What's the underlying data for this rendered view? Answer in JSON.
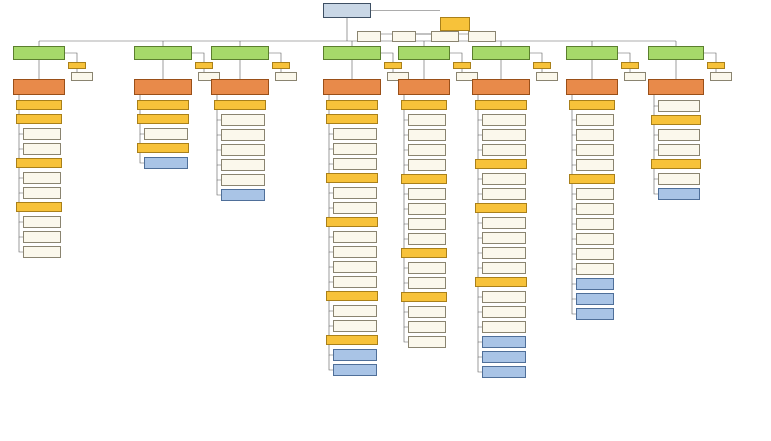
{
  "diagram": {
    "title": "",
    "colors": {
      "root": "#c9d7e6",
      "division": "#a6d96a",
      "department": "#e88a4a",
      "tag": "#f7c23a",
      "unit": "#fbf8ec",
      "service": "#a9c4e6",
      "connector": "#5a5a5a"
    },
    "root": {
      "id": "root",
      "label": "",
      "kind": "root"
    },
    "top": [
      {
        "id": "top-1",
        "label": "",
        "kind": "tag"
      },
      {
        "id": "top-2",
        "label": "",
        "kind": "leaf"
      },
      {
        "id": "top-3",
        "label": "",
        "kind": "leaf"
      },
      {
        "id": "top-4",
        "label": "",
        "kind": "leaf"
      },
      {
        "id": "top-5",
        "label": "",
        "kind": "leaf"
      }
    ],
    "columns": [
      {
        "id": "c1",
        "division": "",
        "tag": "",
        "tag_child": "",
        "dept": "",
        "items": [
          {
            "label": "",
            "kind": "tag"
          },
          {
            "label": "",
            "kind": "tag"
          },
          {
            "label": "",
            "kind": "leaf"
          },
          {
            "label": "",
            "kind": "leaf"
          },
          {
            "label": "",
            "kind": "tag"
          },
          {
            "label": "",
            "kind": "leaf"
          },
          {
            "label": "",
            "kind": "leaf"
          },
          {
            "label": "",
            "kind": "tag"
          },
          {
            "label": "",
            "kind": "leaf"
          },
          {
            "label": "",
            "kind": "leaf"
          },
          {
            "label": "",
            "kind": "leaf"
          }
        ]
      },
      {
        "id": "c2",
        "division": "",
        "tag": "",
        "tag_child": "",
        "dept": "",
        "items": [
          {
            "label": "",
            "kind": "tag"
          },
          {
            "label": "",
            "kind": "tag"
          },
          {
            "label": "",
            "kind": "leaf"
          },
          {
            "label": "",
            "kind": "tag"
          },
          {
            "label": "",
            "kind": "blue"
          }
        ]
      },
      {
        "id": "c3",
        "division": "",
        "tag": "",
        "tag_child": "",
        "dept": "",
        "items": [
          {
            "label": "",
            "kind": "tag"
          },
          {
            "label": "",
            "kind": "leaf"
          },
          {
            "label": "",
            "kind": "leaf"
          },
          {
            "label": "",
            "kind": "leaf"
          },
          {
            "label": "",
            "kind": "leaf"
          },
          {
            "label": "",
            "kind": "leaf"
          },
          {
            "label": "",
            "kind": "blue"
          }
        ]
      },
      {
        "id": "c4",
        "division": "",
        "tag": "",
        "tag_child": "",
        "dept": "",
        "items": [
          {
            "label": "",
            "kind": "tag"
          },
          {
            "label": "",
            "kind": "tag"
          },
          {
            "label": "",
            "kind": "leaf"
          },
          {
            "label": "",
            "kind": "leaf"
          },
          {
            "label": "",
            "kind": "leaf"
          },
          {
            "label": "",
            "kind": "tag"
          },
          {
            "label": "",
            "kind": "leaf"
          },
          {
            "label": "",
            "kind": "leaf"
          },
          {
            "label": "",
            "kind": "tag"
          },
          {
            "label": "",
            "kind": "leaf"
          },
          {
            "label": "",
            "kind": "leaf"
          },
          {
            "label": "",
            "kind": "leaf"
          },
          {
            "label": "",
            "kind": "leaf"
          },
          {
            "label": "",
            "kind": "tag"
          },
          {
            "label": "",
            "kind": "leaf"
          },
          {
            "label": "",
            "kind": "leaf"
          },
          {
            "label": "",
            "kind": "tag"
          },
          {
            "label": "",
            "kind": "blue"
          },
          {
            "label": "",
            "kind": "blue"
          }
        ]
      },
      {
        "id": "c5",
        "division": "",
        "tag": "",
        "tag_child": "",
        "dept": "",
        "items": [
          {
            "label": "",
            "kind": "tag"
          },
          {
            "label": "",
            "kind": "leaf"
          },
          {
            "label": "",
            "kind": "leaf"
          },
          {
            "label": "",
            "kind": "leaf"
          },
          {
            "label": "",
            "kind": "leaf"
          },
          {
            "label": "",
            "kind": "tag"
          },
          {
            "label": "",
            "kind": "leaf"
          },
          {
            "label": "",
            "kind": "leaf"
          },
          {
            "label": "",
            "kind": "leaf"
          },
          {
            "label": "",
            "kind": "leaf"
          },
          {
            "label": "",
            "kind": "tag"
          },
          {
            "label": "",
            "kind": "leaf"
          },
          {
            "label": "",
            "kind": "leaf"
          },
          {
            "label": "",
            "kind": "tag"
          },
          {
            "label": "",
            "kind": "leaf"
          },
          {
            "label": "",
            "kind": "leaf"
          },
          {
            "label": "",
            "kind": "leaf"
          }
        ]
      },
      {
        "id": "c6",
        "division": "",
        "tag": "",
        "tag_child": "",
        "dept": "",
        "items": [
          {
            "label": "",
            "kind": "tag"
          },
          {
            "label": "",
            "kind": "leaf"
          },
          {
            "label": "",
            "kind": "leaf"
          },
          {
            "label": "",
            "kind": "leaf"
          },
          {
            "label": "",
            "kind": "tag"
          },
          {
            "label": "",
            "kind": "leaf"
          },
          {
            "label": "",
            "kind": "leaf"
          },
          {
            "label": "",
            "kind": "tag"
          },
          {
            "label": "",
            "kind": "leaf"
          },
          {
            "label": "",
            "kind": "leaf"
          },
          {
            "label": "",
            "kind": "leaf"
          },
          {
            "label": "",
            "kind": "leaf"
          },
          {
            "label": "",
            "kind": "tag"
          },
          {
            "label": "",
            "kind": "leaf"
          },
          {
            "label": "",
            "kind": "leaf"
          },
          {
            "label": "",
            "kind": "leaf"
          },
          {
            "label": "",
            "kind": "blue"
          },
          {
            "label": "",
            "kind": "blue"
          },
          {
            "label": "",
            "kind": "blue"
          }
        ]
      },
      {
        "id": "c7",
        "division": "",
        "tag": "",
        "tag_child": "",
        "dept": "",
        "items": [
          {
            "label": "",
            "kind": "tag"
          },
          {
            "label": "",
            "kind": "leaf"
          },
          {
            "label": "",
            "kind": "leaf"
          },
          {
            "label": "",
            "kind": "leaf"
          },
          {
            "label": "",
            "kind": "leaf"
          },
          {
            "label": "",
            "kind": "tag"
          },
          {
            "label": "",
            "kind": "leaf"
          },
          {
            "label": "",
            "kind": "leaf"
          },
          {
            "label": "",
            "kind": "leaf"
          },
          {
            "label": "",
            "kind": "leaf"
          },
          {
            "label": "",
            "kind": "leaf"
          },
          {
            "label": "",
            "kind": "leaf"
          },
          {
            "label": "",
            "kind": "blue"
          },
          {
            "label": "",
            "kind": "blue"
          },
          {
            "label": "",
            "kind": "blue"
          }
        ]
      },
      {
        "id": "c8",
        "division": "",
        "tag": "",
        "tag_child": "",
        "dept": "",
        "items": [
          {
            "label": "",
            "kind": "leaf"
          },
          {
            "label": "",
            "kind": "tag"
          },
          {
            "label": "",
            "kind": "leaf"
          },
          {
            "label": "",
            "kind": "leaf"
          },
          {
            "label": "",
            "kind": "tag"
          },
          {
            "label": "",
            "kind": "leaf"
          },
          {
            "label": "",
            "kind": "blue"
          }
        ]
      }
    ]
  }
}
